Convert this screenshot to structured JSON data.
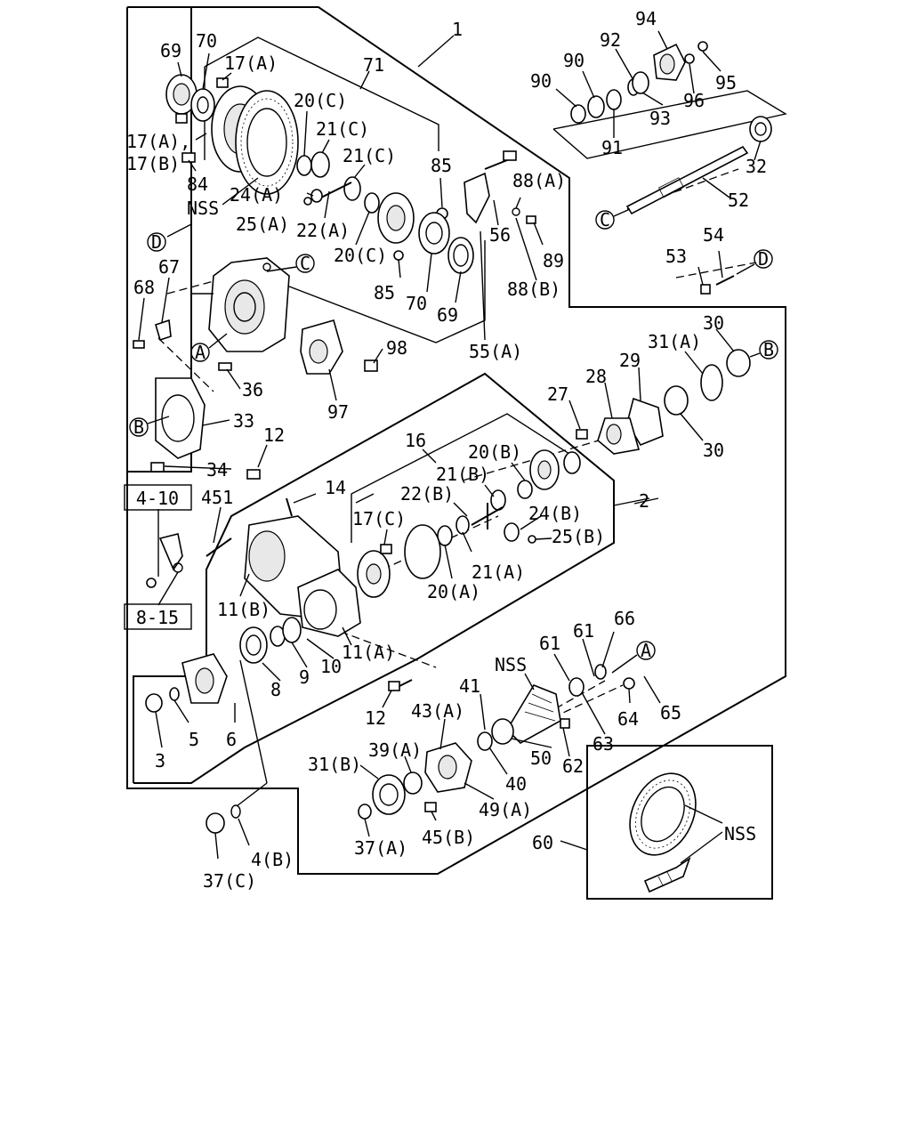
{
  "callouts": [
    {
      "id": "c1",
      "text": "1"
    },
    {
      "id": "c2",
      "text": "2"
    },
    {
      "id": "c69a",
      "text": "69"
    },
    {
      "id": "c70a",
      "text": "70"
    },
    {
      "id": "c17a1",
      "text": "17(A)"
    },
    {
      "id": "c71",
      "text": "71"
    },
    {
      "id": "c17a2",
      "text": "17(A),"
    },
    {
      "id": "c17b",
      "text": "17(B)"
    },
    {
      "id": "c84",
      "text": "84"
    },
    {
      "id": "cnss1",
      "text": "NSS"
    },
    {
      "id": "c20c1",
      "text": "20(C)"
    },
    {
      "id": "c21c1",
      "text": "21(C)"
    },
    {
      "id": "c21c2",
      "text": "21(C)"
    },
    {
      "id": "c24a",
      "text": "24(A)"
    },
    {
      "id": "c25a",
      "text": "25(A)"
    },
    {
      "id": "c22a",
      "text": "22(A)"
    },
    {
      "id": "c20c2",
      "text": "20(C)"
    },
    {
      "id": "c85a",
      "text": "85"
    },
    {
      "id": "c85b",
      "text": "85"
    },
    {
      "id": "c70b",
      "text": "70"
    },
    {
      "id": "c69b",
      "text": "69"
    },
    {
      "id": "c88a",
      "text": "88(A)"
    },
    {
      "id": "c56",
      "text": "56"
    },
    {
      "id": "c89",
      "text": "89"
    },
    {
      "id": "c88b",
      "text": "88(B)"
    },
    {
      "id": "c55a",
      "text": "55(A)"
    },
    {
      "id": "c94",
      "text": "94"
    },
    {
      "id": "c92",
      "text": "92"
    },
    {
      "id": "c90a",
      "text": "90"
    },
    {
      "id": "c90b",
      "text": "90"
    },
    {
      "id": "c95",
      "text": "95"
    },
    {
      "id": "c96",
      "text": "96"
    },
    {
      "id": "c93",
      "text": "93"
    },
    {
      "id": "c91",
      "text": "91"
    },
    {
      "id": "c32",
      "text": "32"
    },
    {
      "id": "c52",
      "text": "52"
    },
    {
      "id": "c54",
      "text": "54"
    },
    {
      "id": "c53",
      "text": "53"
    },
    {
      "id": "c67",
      "text": "67"
    },
    {
      "id": "c68",
      "text": "68"
    },
    {
      "id": "c98",
      "text": "98"
    },
    {
      "id": "c97",
      "text": "97"
    },
    {
      "id": "c36",
      "text": "36"
    },
    {
      "id": "c33",
      "text": "33"
    },
    {
      "id": "c12a",
      "text": "12"
    },
    {
      "id": "c34",
      "text": "34"
    },
    {
      "id": "c30a",
      "text": "30"
    },
    {
      "id": "c31a",
      "text": "31(A)"
    },
    {
      "id": "c29",
      "text": "29"
    },
    {
      "id": "c28",
      "text": "28"
    },
    {
      "id": "c27",
      "text": "27"
    },
    {
      "id": "c30b",
      "text": "30"
    },
    {
      "id": "c16",
      "text": "16"
    },
    {
      "id": "c20b",
      "text": "20(B)"
    },
    {
      "id": "c21b",
      "text": "21(B)"
    },
    {
      "id": "c22b",
      "text": "22(B)"
    },
    {
      "id": "c14",
      "text": "14"
    },
    {
      "id": "c451",
      "text": "451"
    },
    {
      "id": "c24b",
      "text": "24(B)"
    },
    {
      "id": "c17c",
      "text": "17(C)"
    },
    {
      "id": "c25b",
      "text": "25(B)"
    },
    {
      "id": "c21a",
      "text": "21(A)"
    },
    {
      "id": "c20a",
      "text": "20(A)"
    },
    {
      "id": "c11b",
      "text": "11(B)"
    },
    {
      "id": "c11a",
      "text": "11(A)"
    },
    {
      "id": "c10",
      "text": "10"
    },
    {
      "id": "c9",
      "text": "9"
    },
    {
      "id": "c8",
      "text": "8"
    },
    {
      "id": "c66",
      "text": "66"
    },
    {
      "id": "c61a",
      "text": "61"
    },
    {
      "id": "c61b",
      "text": "61"
    },
    {
      "id": "cnss2",
      "text": "NSS"
    },
    {
      "id": "c41",
      "text": "41"
    },
    {
      "id": "c12b",
      "text": "12"
    },
    {
      "id": "c43a",
      "text": "43(A)"
    },
    {
      "id": "c64",
      "text": "64"
    },
    {
      "id": "c65",
      "text": "65"
    },
    {
      "id": "c63",
      "text": "63"
    },
    {
      "id": "c50",
      "text": "50"
    },
    {
      "id": "c62",
      "text": "62"
    },
    {
      "id": "c40",
      "text": "40"
    },
    {
      "id": "c49a",
      "text": "49(A)"
    },
    {
      "id": "c5",
      "text": "5"
    },
    {
      "id": "c6",
      "text": "6"
    },
    {
      "id": "c3",
      "text": "3"
    },
    {
      "id": "c31b",
      "text": "31(B)"
    },
    {
      "id": "c39a",
      "text": "39(A)"
    },
    {
      "id": "c45b",
      "text": "45(B)"
    },
    {
      "id": "c37a",
      "text": "37(A)"
    },
    {
      "id": "c4b",
      "text": "4(B)"
    },
    {
      "id": "c37c",
      "text": "37(C)"
    },
    {
      "id": "c60",
      "text": "60"
    },
    {
      "id": "cnss3",
      "text": "NSS"
    }
  ],
  "circle_refs": [
    {
      "id": "rd1",
      "text": "D"
    },
    {
      "id": "rc1",
      "text": "C"
    },
    {
      "id": "ra1",
      "text": "A"
    },
    {
      "id": "rb1",
      "text": "B"
    },
    {
      "id": "rc2",
      "text": "C"
    },
    {
      "id": "rd2",
      "text": "D"
    },
    {
      "id": "rb2",
      "text": "B"
    },
    {
      "id": "ra2",
      "text": "A"
    }
  ],
  "page_refs": [
    {
      "id": "p410",
      "text": "4-10"
    },
    {
      "id": "p815",
      "text": "8-15"
    }
  ]
}
